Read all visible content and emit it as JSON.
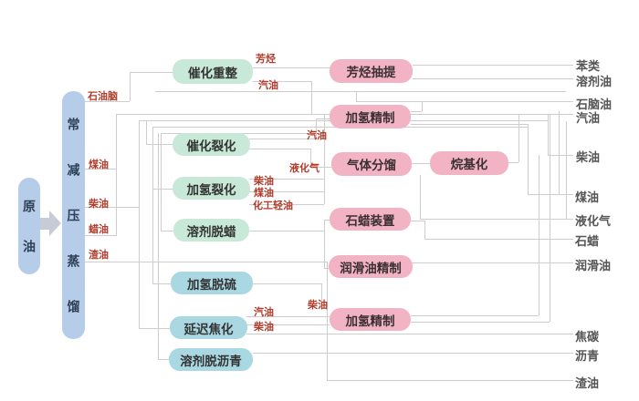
{
  "colors": {
    "blue_box": "#b5cde9",
    "green_box": "#c8e9d8",
    "teal_box": "#a9d8e2",
    "pink_box": "#f2b4c4",
    "stream_label": "#b23b2a",
    "product_label": "#555555",
    "line": "#cdcdcd"
  },
  "crude_oil": {
    "label": "原油"
  },
  "distillation": {
    "label": "常减压蒸馏"
  },
  "processes": {
    "catalytic_reforming": "催化重整",
    "catalytic_cracking": "催化裂化",
    "hydrocracking": "加氢裂化",
    "solvent_dewaxing": "溶剂脱蜡",
    "hydrodesulfurization": "加氢脱硫",
    "delayed_coking": "延迟焦化",
    "solvent_deasphalting": "溶剂脱沥青",
    "aromatics_extraction": "芳烃抽提",
    "hydrorefining_top": "加氢精制",
    "gas_fractionation": "气体分馏",
    "alkylation": "烷基化",
    "wax_unit": "石蜡装置",
    "lube_refining": "润滑油精制",
    "hydrorefining_bottom": "加氢精制"
  },
  "streams": {
    "naphtha_col": "石油脑",
    "kerosene_col": "煤油",
    "diesel_col": "柴油",
    "wax_oil_col": "蜡油",
    "residue_col": "渣油",
    "aromatics": "芳烃",
    "gasoline_reforming": "汽油",
    "gasoline_cracking": "汽油",
    "lpg_cracking": "液化气",
    "diesel_hydrocracking": "柴油",
    "kerosene_hydrocracking": "煤油",
    "chem_light_oil": "化工轻油",
    "gasoline_coking": "汽油",
    "diesel_coking": "柴油",
    "diesel_hds": "柴油"
  },
  "products": {
    "benzenes": "苯类",
    "solvent_oil": "溶剂油",
    "naphtha": "石脑油",
    "gasoline": "汽油",
    "diesel": "柴油",
    "kerosene": "煤油",
    "lpg": "液化气",
    "paraffin_wax": "石蜡",
    "lube_oil": "润滑油",
    "coke": "焦碳",
    "asphalt": "沥青",
    "residue": "渣油"
  }
}
